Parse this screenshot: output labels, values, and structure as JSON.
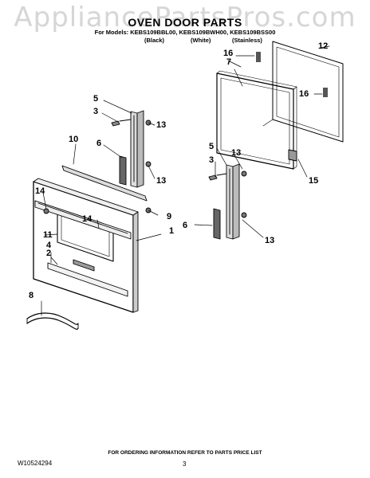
{
  "watermark": "AppliancePartsPros.com",
  "title": "OVEN DOOR PARTS",
  "models_line": "For Models: KEBS109BBL00, KEBS109BWH00, KEBS109BSS00",
  "variants": [
    "(Black)",
    "(White)",
    "(Stainless)"
  ],
  "callouts": {
    "c12": "12",
    "c16a": "16",
    "c7": "7",
    "c16b": "16",
    "c5a": "5",
    "c3a": "3",
    "c13a": "13",
    "c6a": "6",
    "c13b": "13",
    "c10": "10",
    "c5b": "5",
    "c13c": "13",
    "c3b": "3",
    "c15": "15",
    "c14a": "14",
    "c9": "9",
    "c1": "1",
    "c6b": "6",
    "c14b": "14",
    "c11": "11",
    "c4": "4",
    "c2": "2",
    "c13d": "13",
    "c8": "8"
  },
  "footer_note": "FOR ORDERING INFORMATION REFER TO PARTS PRICE LIST",
  "doc_id": "W10524294",
  "page_number": "3"
}
